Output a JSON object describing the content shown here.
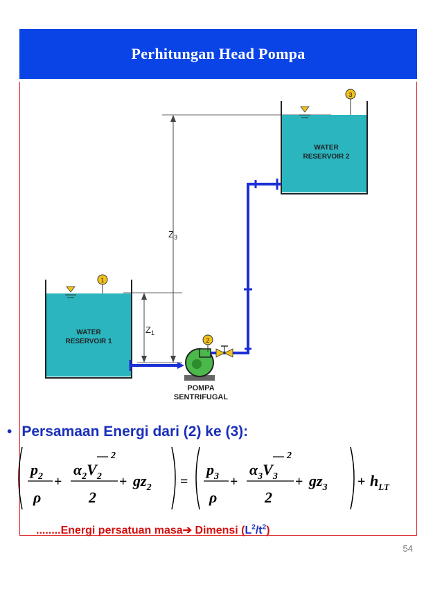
{
  "slide": {
    "title": "Perhitungan Head Pompa",
    "page_number": "54"
  },
  "diagram": {
    "reservoir1_line1": "WATER",
    "reservoir1_line2": "RESERVOIR 1",
    "reservoir2_line1": "WATER",
    "reservoir2_line2": "RESERVOIR 2",
    "pump_line1": "POMPA",
    "pump_line2": "SENTRIFUGAL",
    "point1": "1",
    "point2": "2",
    "point3": "3",
    "z1_label": "Z",
    "z1_sub": "1",
    "z3_label": "Z",
    "z3_sub": "3",
    "water_color": "#2ab5bf",
    "pipe_color": "#1a2fd6",
    "pump_color": "#4ab84a",
    "marker_color": "#f2c21b"
  },
  "content": {
    "bullet": "Persamaan Energi dari (2) ke (3):",
    "note_prefix": "........Energi persatuan masa",
    "arrow": "➔",
    "note_dimensi": " Dimensi (",
    "note_L": "L",
    "note_sup1": "2",
    "note_slash": "/t",
    "note_sup2": "2",
    "note_close": ")"
  },
  "equation": {
    "p2": "p",
    "s2": "2",
    "alpha": "α",
    "V": "V",
    "sq": "2",
    "rho": "ρ",
    "two": "2",
    "gz": "gz",
    "p3": "p",
    "s3": "3",
    "plus": "+",
    "equals": "=",
    "h": "h",
    "LT": "LT"
  }
}
